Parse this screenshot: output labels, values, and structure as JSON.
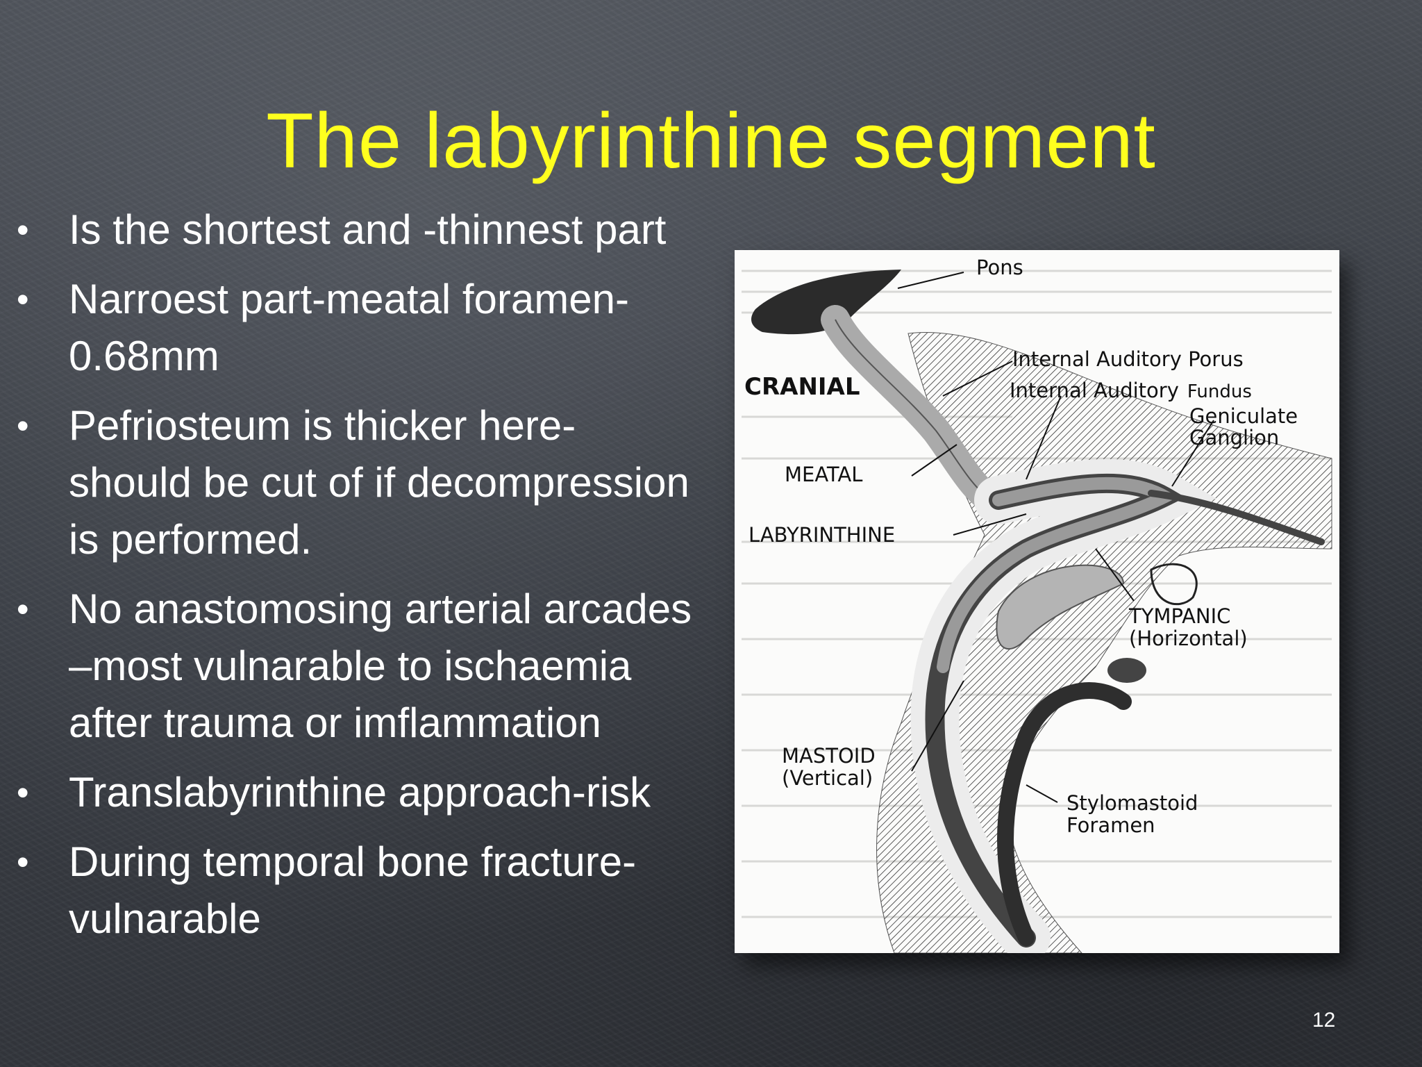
{
  "slide": {
    "title": "The labyrinthine segment",
    "bullets": [
      "Is the shortest and -thinnest part",
      "Narroest part-meatal foramen-0.68mm",
      "Pefriosteum is thicker here-should be cut of if decompression is performed.",
      "No anastomosing arterial arcades –most vulnarable to ischaemia after  trauma or imflammation",
      "Translabyrinthine approach-risk",
      "During temporal bone fracture-vulnarable"
    ],
    "bullet_symbol": "•",
    "page_number": "12",
    "title_color": "#FFFF1E"
  },
  "figure": {
    "labels": {
      "pons": "Pons",
      "cranial": "CRANIAL",
      "iap": "Internal Auditory  Porus",
      "iaf_main": "Internal Auditory",
      "iaf_small": "Fundus",
      "geniculate_1": "Geniculate",
      "geniculate_2": "Ganglion",
      "meatal": "MEATAL",
      "labyrinthine": "LABYRINTHINE",
      "tympanic_1": "TYMPANIC",
      "tympanic_2": "(Horizontal)",
      "mastoid_1": "MASTOID",
      "mastoid_2": "(Vertical)",
      "stylo_1": "Stylomastoid",
      "stylo_2": "Foramen"
    }
  }
}
